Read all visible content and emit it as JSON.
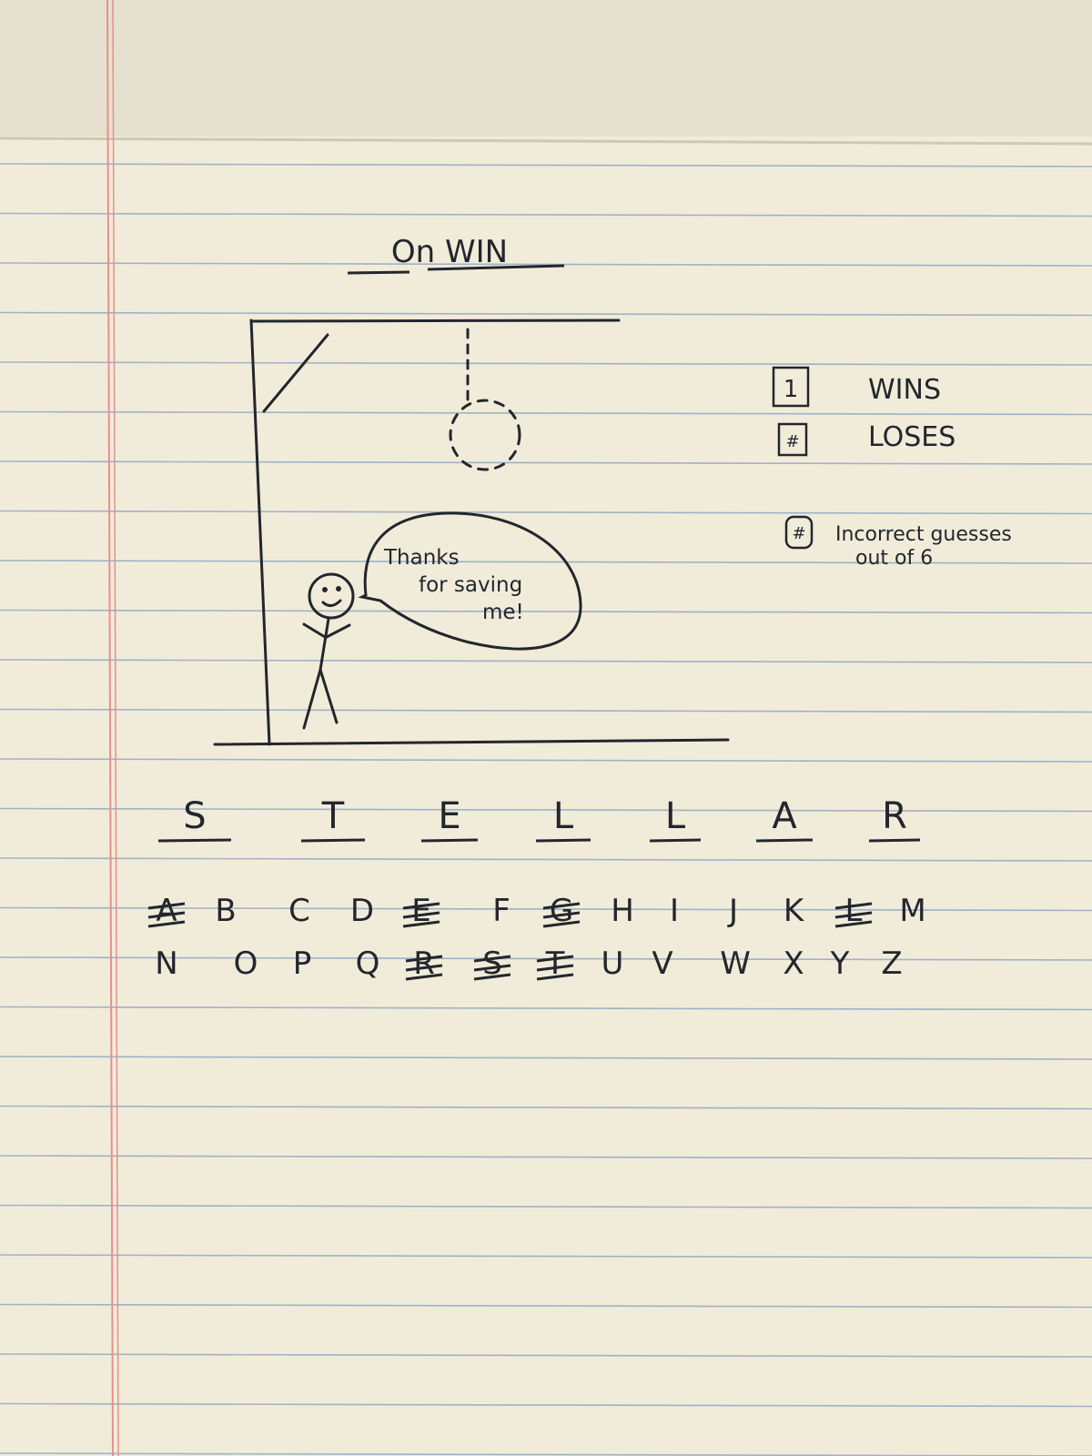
{
  "title": "On WIN",
  "speech": [
    "Thanks",
    "for saving",
    "me!"
  ],
  "stats": {
    "wins_value": "1",
    "wins_label": "WINS",
    "loses_value": "#",
    "loses_label": "LOSES",
    "incorrect_value": "#",
    "incorrect_label_line1": "Incorrect guesses",
    "incorrect_label_line2": "out of 6"
  },
  "word": [
    "S",
    "T",
    "E",
    "L",
    "L",
    "A",
    "R"
  ],
  "alphabet_rows": [
    [
      "A",
      "B",
      "C",
      "D",
      "E",
      "F",
      "G",
      "H",
      "I",
      "J",
      "K",
      "L",
      "M"
    ],
    [
      "N",
      "O",
      "P",
      "Q",
      "R",
      "S",
      "T",
      "U",
      "V",
      "W",
      "X",
      "Y",
      "Z"
    ]
  ],
  "crossed_letters": [
    "A",
    "E",
    "G",
    "L",
    "R",
    "S",
    "T"
  ],
  "colors": {
    "paper": "#f1ecd9",
    "rule": "#9fb2c6",
    "margin": "#e78f8f",
    "ink": "#23262d"
  }
}
